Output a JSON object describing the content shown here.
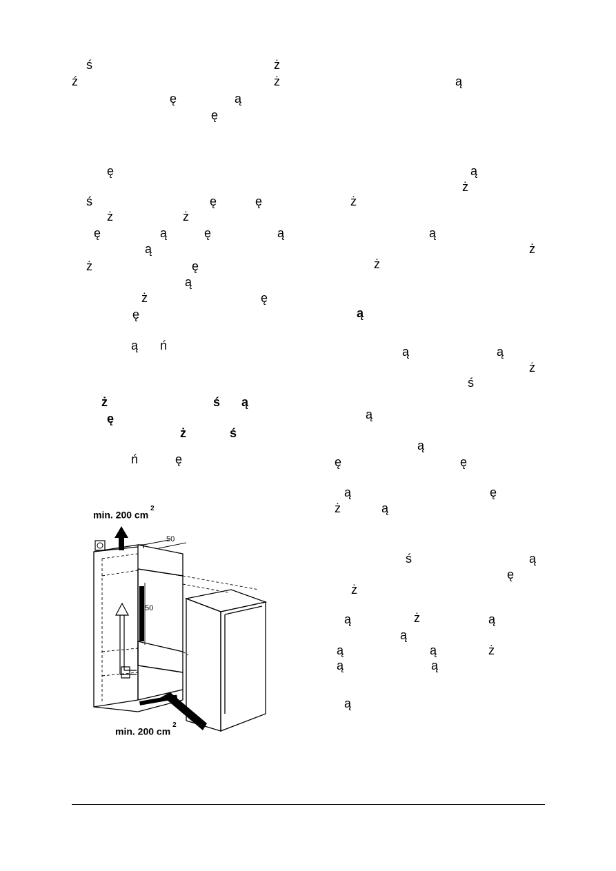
{
  "glyphs": {
    "g01": "ś",
    "g02": "ż",
    "g03": "ź",
    "g04": "ż",
    "g05": "ą",
    "g06": "ę",
    "g07": "ą",
    "g08": "ę",
    "g09": "ę",
    "g10": "ą",
    "g11": "ż",
    "g12": "ś",
    "g13": "ę",
    "g14": "ę",
    "g15": "ż",
    "g16": "ż",
    "g17": "ż",
    "g18": "ę",
    "g19": "ą",
    "g20": "ę",
    "g21": "ą",
    "g22": "ą",
    "g23": "ą",
    "g24": "ż",
    "g25": "ż",
    "g26": "ę",
    "g27": "ż",
    "g28": "ą",
    "g29": "ż",
    "g30": "ę",
    "g31": "ę",
    "g32": "ą",
    "g33": "ą",
    "g34": "ń",
    "g35": "ą",
    "g36": "ą",
    "g37": "ż",
    "g38": "ś",
    "g39": "ż",
    "g40": "ś",
    "g41": "ą",
    "g42": "ę",
    "g43": "ą",
    "g44": "ż",
    "g45": "ś",
    "g46": "ą",
    "g47": "ń",
    "g48": "ę",
    "g49": "ę",
    "g50": "ę",
    "g51": "ą",
    "g52": "ę",
    "g53": "ż",
    "g54": "ą",
    "g55": "ś",
    "g56": "ą",
    "g57": "ę",
    "g58": "ż",
    "g59": "ą",
    "g60": "ż",
    "g61": "ą",
    "g62": "ą",
    "g63": "ą",
    "g64": "ą",
    "g65": "ż",
    "g66": "ą",
    "g67": "ą",
    "g68": "ą"
  },
  "figure": {
    "top_label": "min. 200 cm",
    "bottom_label": "min. 200 cm",
    "superscript": "2",
    "dim_top": "50",
    "dim_side": "50"
  }
}
